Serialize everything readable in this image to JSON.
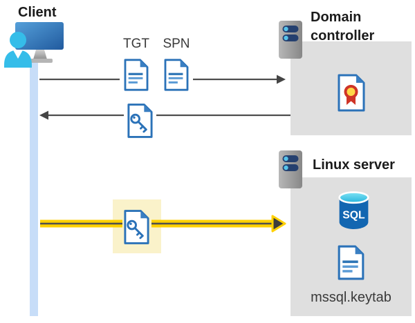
{
  "client": {
    "label": "Client",
    "icon": "client-workstation-icon"
  },
  "domain_controller": {
    "label": "Domain controller",
    "icon": "server-icon",
    "contains_icon": "certificate-document-icon"
  },
  "linux_server": {
    "label": "Linux server",
    "icon": "server-icon",
    "database_icon": "sql-database-icon",
    "database_label": "SQL",
    "keytab_icon": "keytab-document-icon",
    "keytab_label": "mssql.keytab"
  },
  "kerberos_flow": {
    "tgt_label": "TGT",
    "spn_label": "SPN",
    "request_icons": [
      "tgt-document-icon",
      "spn-document-icon"
    ],
    "response_icon": "key-document-icon",
    "auth_icon": "key-document-icon-highlighted",
    "arrows": [
      {
        "name": "client-to-domain-controller",
        "direction": "right",
        "style": "thin-gray"
      },
      {
        "name": "domain-controller-to-client",
        "direction": "left",
        "style": "thin-gray"
      },
      {
        "name": "client-to-linux-server",
        "direction": "right",
        "style": "thick-yellow"
      }
    ]
  },
  "colors": {
    "document_blue": "#2b72b8",
    "document_line_blue": "#5b9bd5",
    "timeline_blue": "#c7ddf8",
    "box_gray": "#dfdfdf",
    "arrow_gray": "#4d4d4d",
    "highlight_yellow": "#faf2ca",
    "arrow_yellow": "#ffd103",
    "sql_body_blue": "#1266b1",
    "sql_top_cyan": "#45cde9",
    "person_cyan": "#35bde9",
    "certificate_red": "#cf3427",
    "certificate_gold": "#ffd748",
    "server_pill_navy": "#25406f"
  }
}
